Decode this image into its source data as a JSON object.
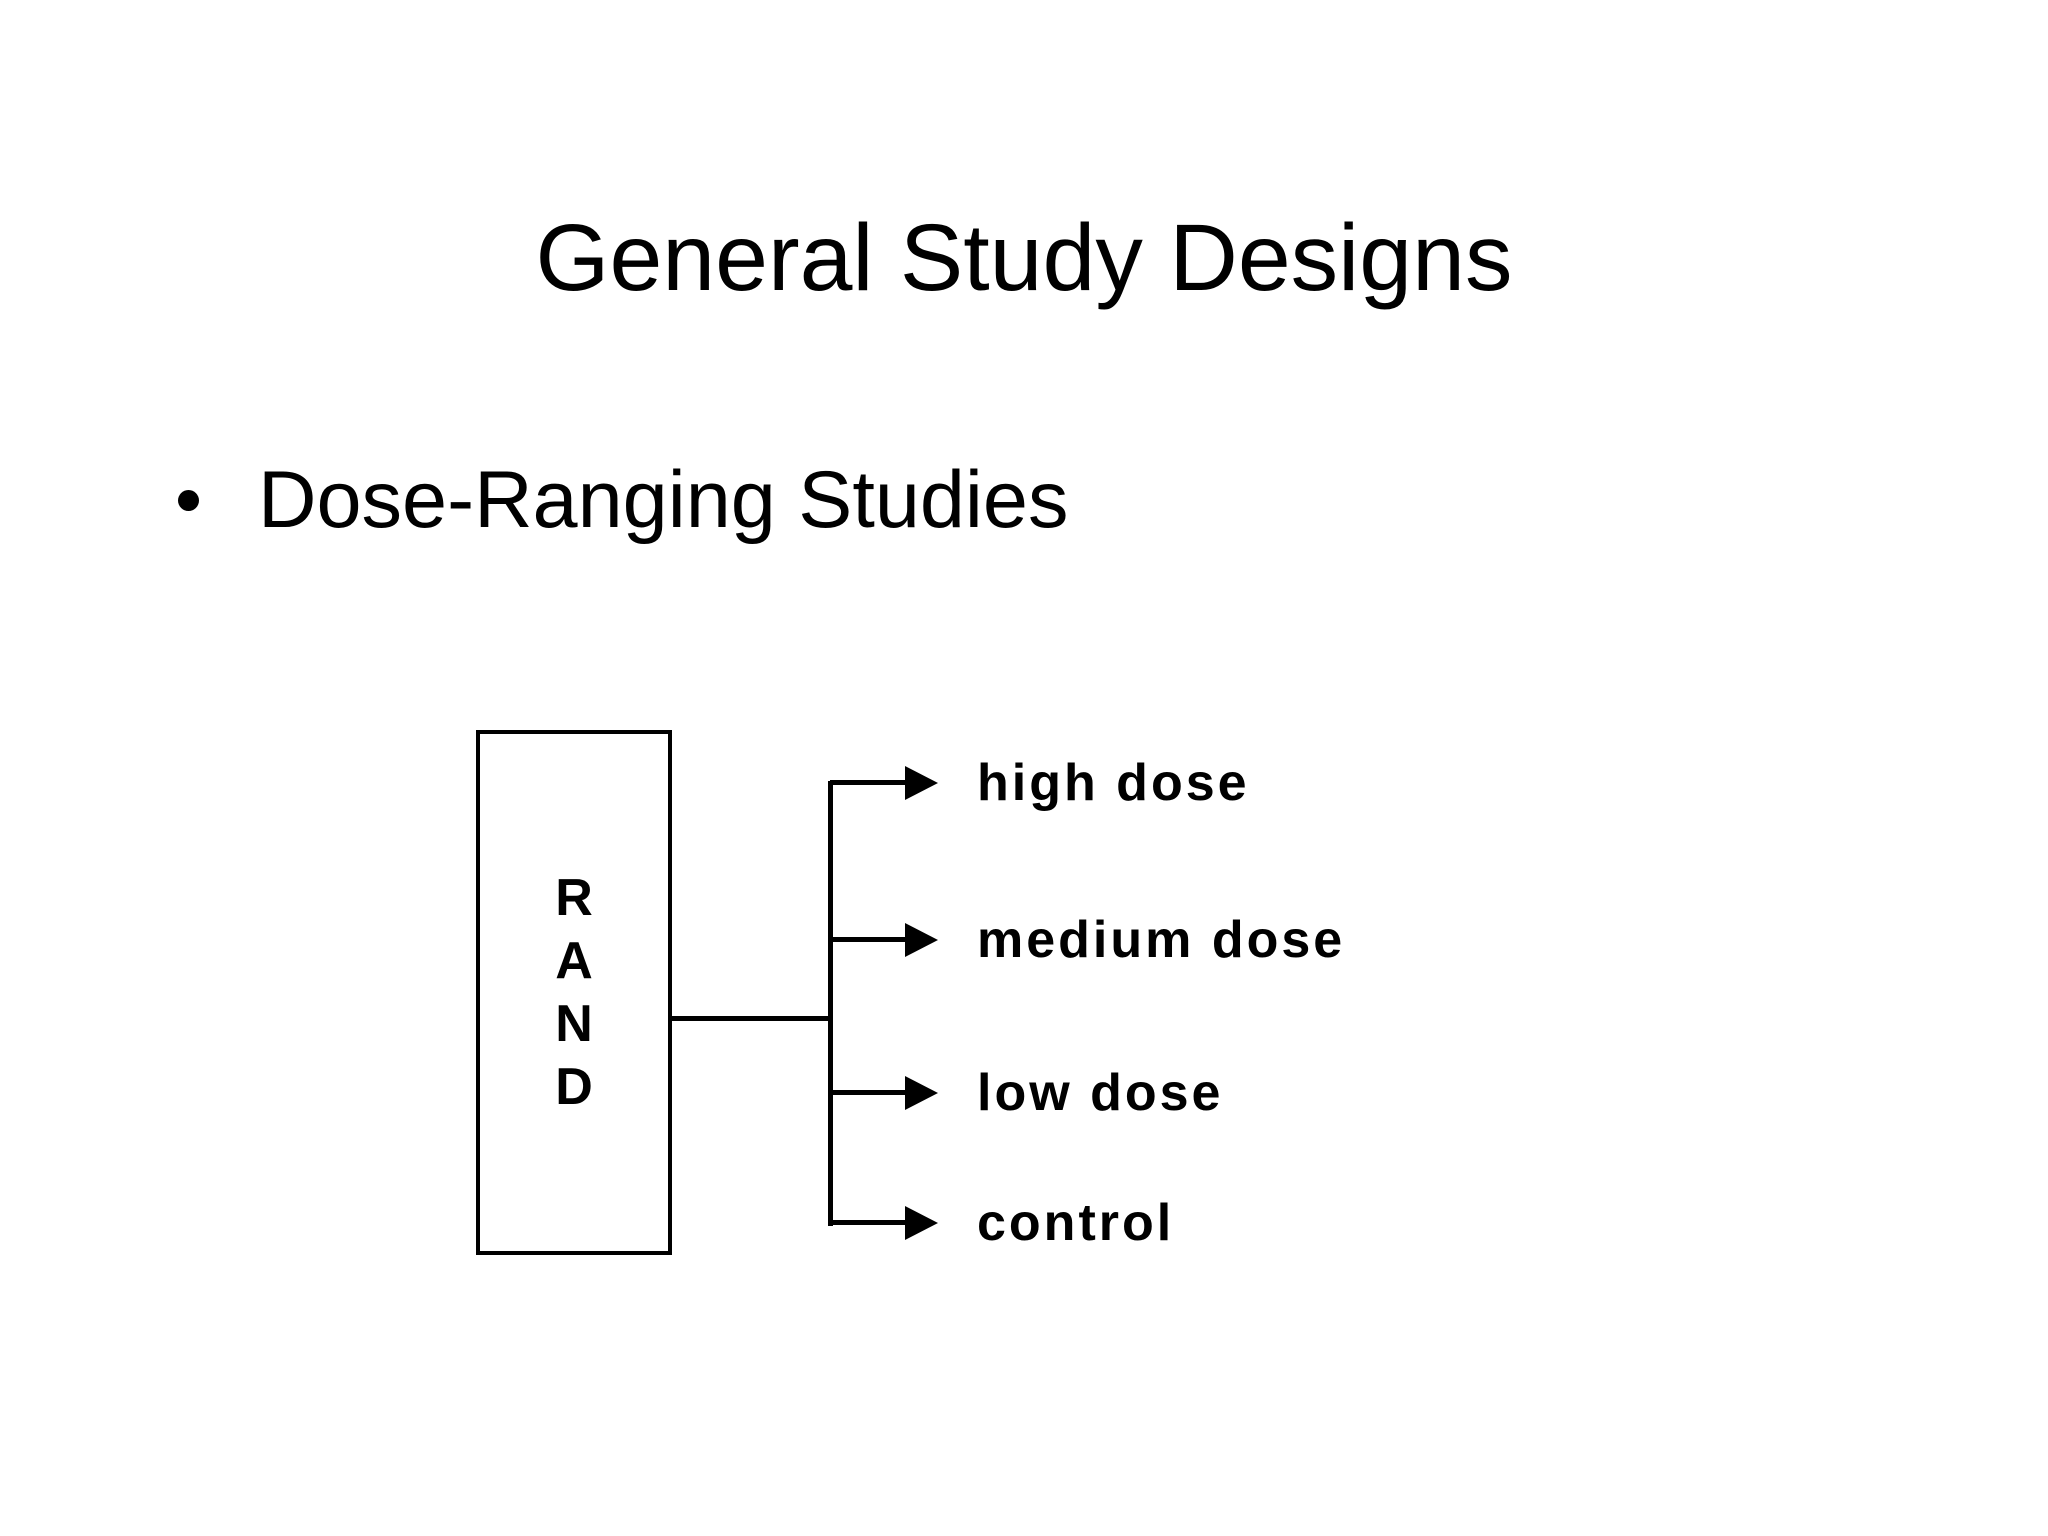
{
  "slide": {
    "title": "General Study Designs",
    "bullet": "Dose-Ranging Studies"
  },
  "diagram": {
    "box_label": "RAND",
    "box_letters": [
      "R",
      "A",
      "N",
      "D"
    ],
    "branches": [
      {
        "label": "high dose"
      },
      {
        "label": "medium dose"
      },
      {
        "label": "low dose"
      },
      {
        "label": "control"
      }
    ],
    "colors": {
      "line": "#000000",
      "text": "#000000",
      "background": "#ffffff"
    }
  }
}
